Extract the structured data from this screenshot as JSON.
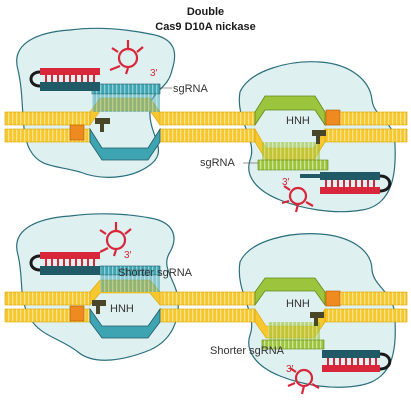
{
  "title": [
    "Double",
    "Cas9 D10A nickase"
  ],
  "panels": [
    {
      "name": "top",
      "labels": {
        "sgrna_left": "sgRNA",
        "sgrna_right": "sgRNA",
        "hnh_right": "HNH",
        "three_prime_left": "3′",
        "three_prime_right": "3′"
      }
    },
    {
      "name": "bottom",
      "labels": {
        "sgrna_left": "Shorter sgRNA",
        "sgrna_right": "Shorter sgRNA",
        "hnh_left": "HNH",
        "hnh_right": "HNH",
        "three_prime_left": "3′",
        "three_prime_right": "3′"
      }
    }
  ],
  "colors": {
    "protein_fill": "#dff0f1",
    "protein_stroke": "#2b6f7c",
    "dna_yellow": "#f6c72e",
    "dna_stripe": "#f9e38a",
    "teal_strand": "#3ea4b1",
    "dark_teal": "#1f5a66",
    "green_strand": "#9cc43d",
    "red_rna": "#d8263a",
    "orange_pam": "#ee8a1f",
    "hnh_dark": "#4a4628"
  }
}
